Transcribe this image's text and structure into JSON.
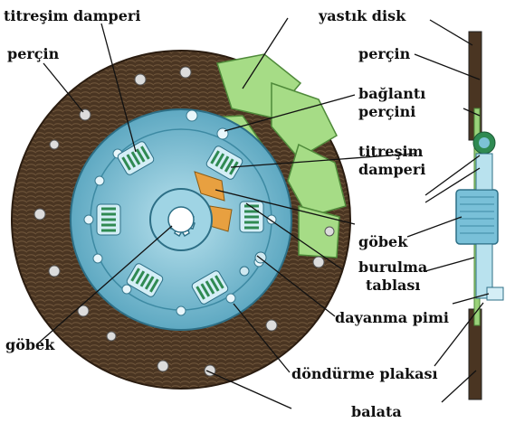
{
  "labels": {
    "titresim_damperi_top": "titreşim damperi",
    "yastik_disk": "yastık disk",
    "percin_left": "perçin",
    "percin_right": "perçin",
    "baglanti_percini_1": "bağlantı",
    "baglanti_percini_2": "perçini",
    "titresim_damperi_right_1": "titreşim",
    "titresim_damperi_right_2": "damperi",
    "gobek_right": "göbek",
    "burulma_tablasi_1": "burulma",
    "burulma_tablasi_2": "tablası",
    "dayanma_pimi": "dayanma pimi",
    "gobek_left": "göbek",
    "dondurme_plakasi": "döndürme plakası",
    "balata": "balata"
  },
  "colors": {
    "lining": "#4a3522",
    "hub_plate": "#7cc2d6",
    "cushion_disk": "#9ad27a",
    "spring": "#2f8a52",
    "line": "#111111"
  }
}
